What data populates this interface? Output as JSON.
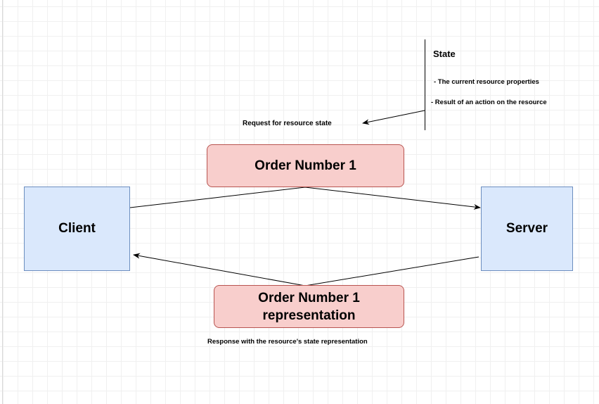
{
  "nodes": {
    "client": "Client",
    "server": "Server",
    "order_request": "Order Number 1",
    "order_response_line1": "Order Number 1",
    "order_response_line2": "representation"
  },
  "labels": {
    "request": "Request for resource state",
    "response": "Response with the resource's state representation"
  },
  "state_note": {
    "title": "State",
    "items": [
      "- The current resource properties",
      "- Result of an action on the resource"
    ]
  },
  "colors": {
    "client_server_fill": "#dae8fc",
    "client_server_stroke": "#6c8ebf",
    "order_fill": "#f8cecc",
    "order_stroke": "#b85450",
    "edge": "#000000"
  }
}
